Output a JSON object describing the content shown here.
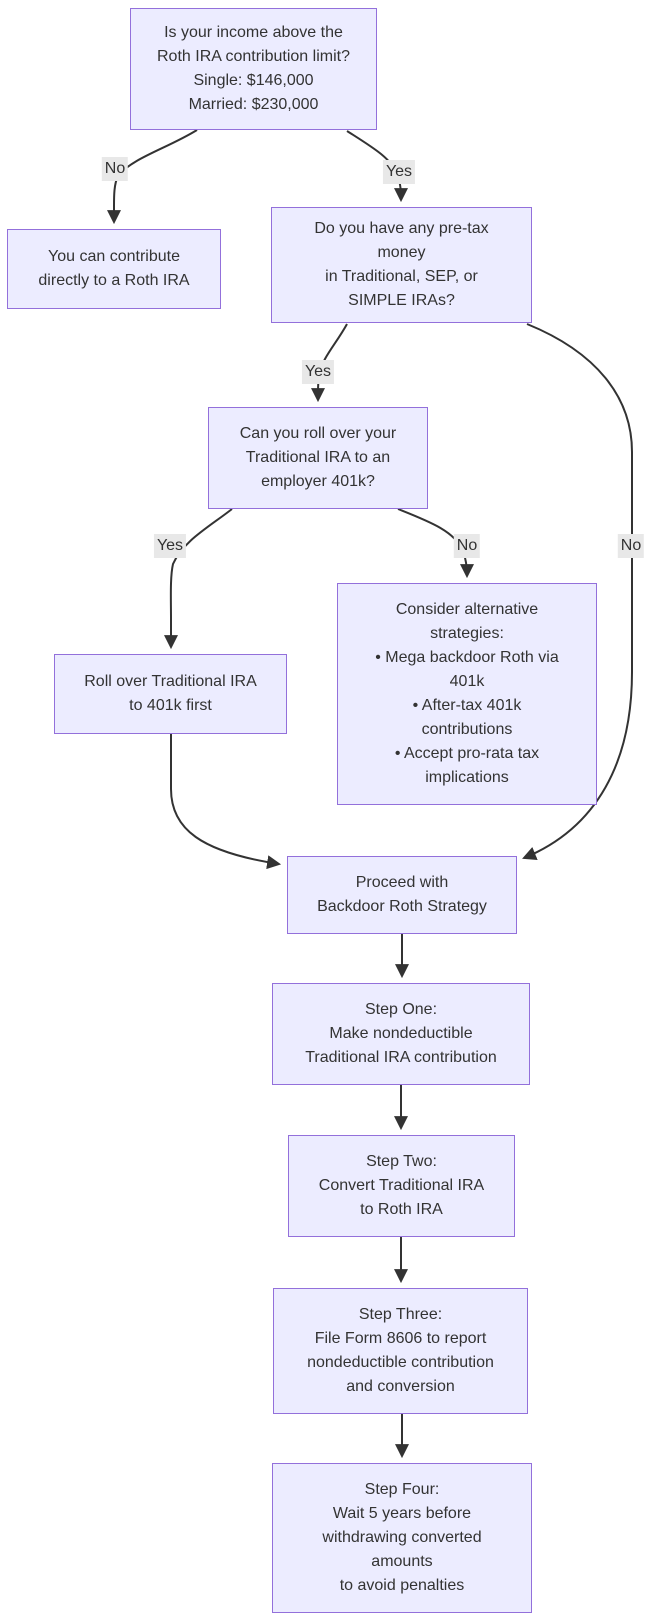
{
  "diagram_type": "flowchart",
  "colors": {
    "background": "#ffffff",
    "node_fill": "#ECECFF",
    "node_border": "#9370DB",
    "edge": "#333333",
    "edge_label_bg": "#e8e8e8",
    "text": "#333333"
  },
  "nodes": {
    "income_limit": {
      "text": "Is your income above the\nRoth IRA contribution limit?\nSingle: $146,000\nMarried: $230,000"
    },
    "contribute_directly": {
      "text": "You can contribute\ndirectly to a Roth IRA"
    },
    "pretax_money": {
      "text": "Do you have any pre-tax\nmoney\nin Traditional, SEP, or\nSIMPLE IRAs?"
    },
    "rollover_question": {
      "text": "Can you roll over your\nTraditional IRA to an\nemployer 401k?"
    },
    "rollover_first": {
      "text": "Roll over Traditional IRA\nto 401k first"
    },
    "alternatives": {
      "text": "Consider alternative\nstrategies:\n• Mega backdoor Roth via\n401k\n• After-tax 401k\ncontributions\n• Accept pro-rata tax\nimplications"
    },
    "proceed": {
      "text": "Proceed with\nBackdoor Roth Strategy"
    },
    "step_one": {
      "text": "Step One:\nMake nondeductible\nTraditional IRA contribution"
    },
    "step_two": {
      "text": "Step Two:\nConvert Traditional IRA\nto Roth IRA"
    },
    "step_three": {
      "text": "Step Three:\nFile Form 8606 to report\nnondeductible contribution\nand conversion"
    },
    "step_four": {
      "text": "Step Four:\nWait 5 years before\nwithdrawing converted\namounts\nto avoid penalties"
    }
  },
  "edge_labels": {
    "income_no": "No",
    "income_yes": "Yes",
    "pretax_yes": "Yes",
    "pretax_no": "No",
    "rollover_yes": "Yes",
    "rollover_no": "No"
  }
}
